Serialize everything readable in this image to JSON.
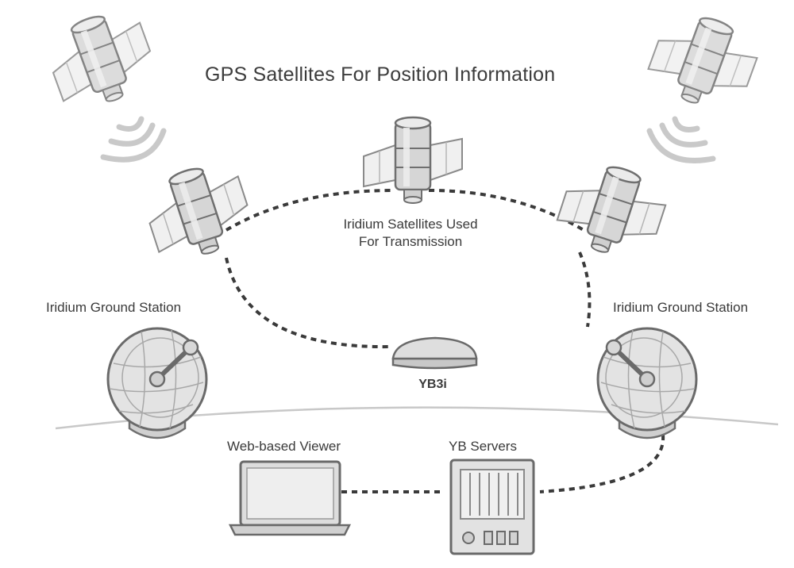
{
  "title": "GPS Satellites For Position Information",
  "iridium_label_line1": "Iridium Satellites Used",
  "iridium_label_line2": "For Transmission",
  "ground_station_left": "Iridium Ground Station",
  "ground_station_right": "Iridium Ground Station",
  "device_label": "YB3i",
  "viewer_label": "Web-based Viewer",
  "servers_label": "YB Servers",
  "colors": {
    "line": "#3a3a3a",
    "fill": "#dcdcdc",
    "stroke": "#777777",
    "background": "#ffffff"
  }
}
